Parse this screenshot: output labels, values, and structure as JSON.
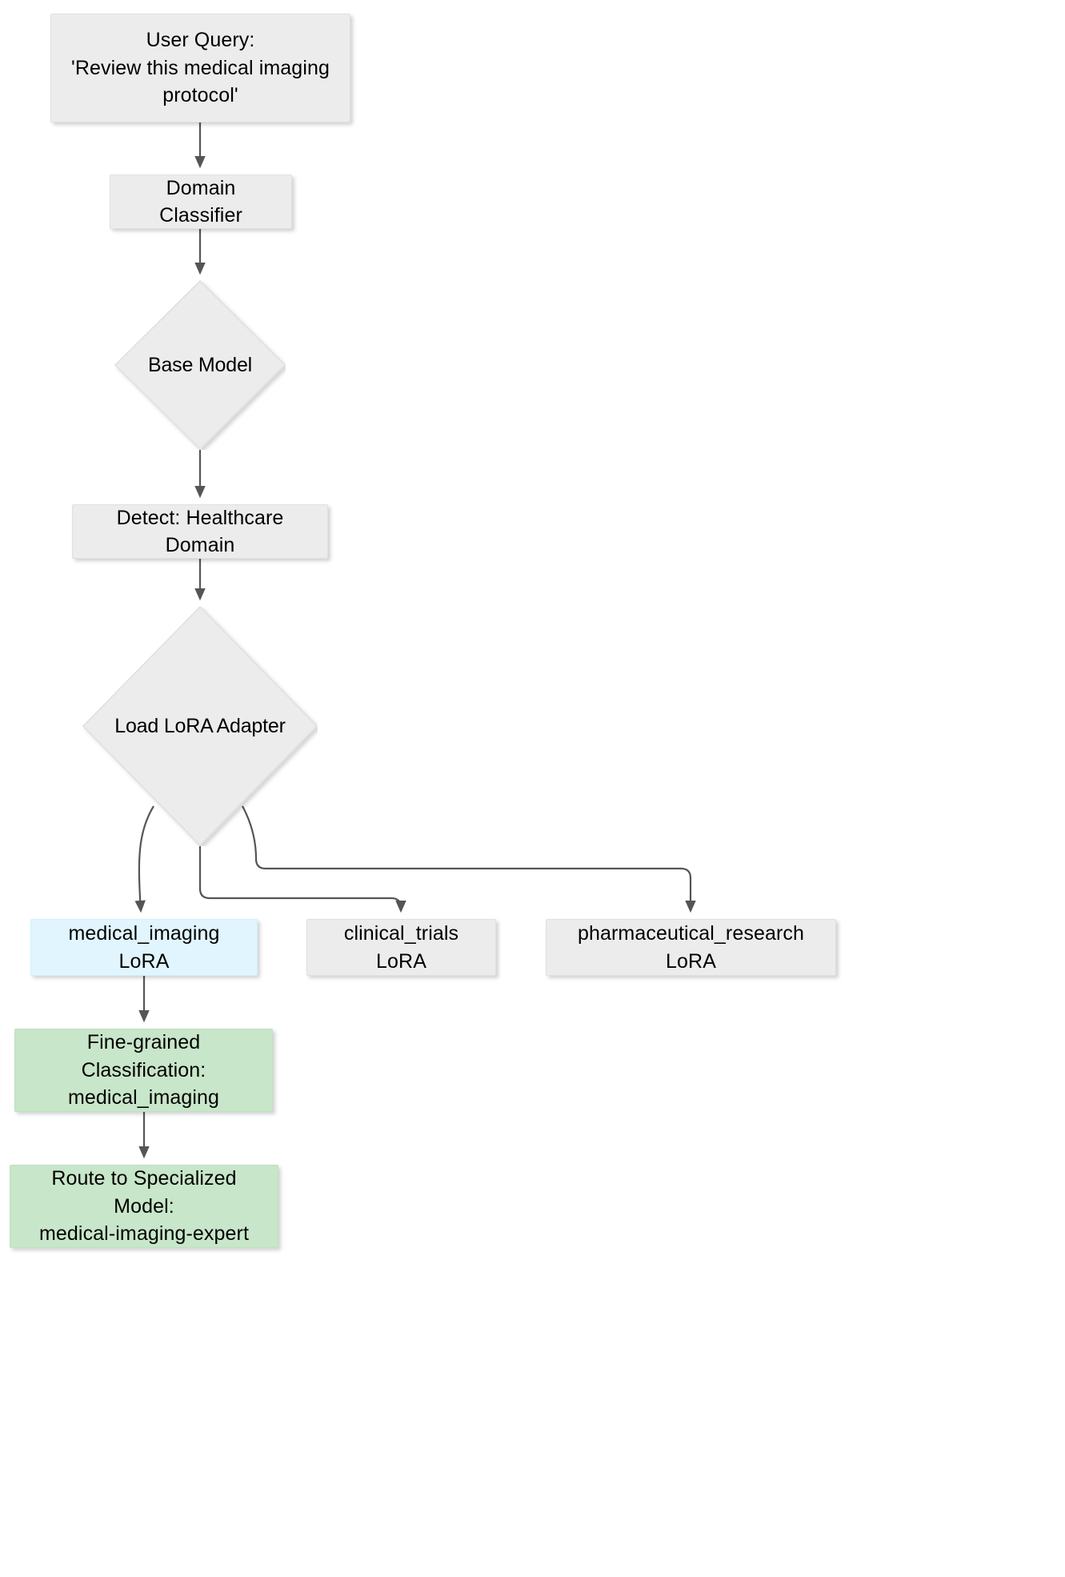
{
  "diagram": {
    "type": "flowchart",
    "title": "LoRA Adapter Domain Routing Flowchart",
    "direction": "top-down",
    "colors": {
      "default_fill": "#ececec",
      "default_stroke": "#e0e0e0",
      "highlight_fill": "#e1f5fe",
      "result_fill": "#c8e6c9",
      "edge_stroke": "#555555",
      "text": "#000000",
      "background": "#ffffff"
    },
    "nodes": [
      {
        "id": "user_query",
        "shape": "rect",
        "fill": "default",
        "lines": [
          "User Query:",
          "'Review this medical imaging",
          "protocol'"
        ]
      },
      {
        "id": "domain_classifier",
        "shape": "rect",
        "fill": "default",
        "lines": [
          "Domain Classifier"
        ]
      },
      {
        "id": "base_model",
        "shape": "diamond",
        "fill": "default",
        "lines": [
          "Base Model"
        ]
      },
      {
        "id": "detect_healthcare",
        "shape": "rect",
        "fill": "default",
        "lines": [
          "Detect: Healthcare Domain"
        ]
      },
      {
        "id": "load_lora_adapter",
        "shape": "diamond",
        "fill": "default",
        "lines": [
          "Load LoRA Adapter"
        ]
      },
      {
        "id": "medical_imaging_lora",
        "shape": "rect",
        "fill": "highlight",
        "lines": [
          "medical_imaging LoRA"
        ]
      },
      {
        "id": "clinical_trials_lora",
        "shape": "rect",
        "fill": "default",
        "lines": [
          "clinical_trials LoRA"
        ]
      },
      {
        "id": "pharmaceutical_research_lora",
        "shape": "rect",
        "fill": "default",
        "lines": [
          "pharmaceutical_research LoRA"
        ]
      },
      {
        "id": "fine_grained_classification",
        "shape": "rect",
        "fill": "result",
        "lines": [
          "Fine-grained Classification:",
          "medical_imaging"
        ]
      },
      {
        "id": "route_specialized_model",
        "shape": "rect",
        "fill": "result",
        "lines": [
          "Route to Specialized Model:",
          "medical-imaging-expert"
        ]
      }
    ],
    "edges": [
      {
        "from": "user_query",
        "to": "domain_classifier",
        "label": ""
      },
      {
        "from": "domain_classifier",
        "to": "base_model",
        "label": ""
      },
      {
        "from": "base_model",
        "to": "detect_healthcare",
        "label": ""
      },
      {
        "from": "detect_healthcare",
        "to": "load_lora_adapter",
        "label": ""
      },
      {
        "from": "load_lora_adapter",
        "to": "medical_imaging_lora",
        "label": ""
      },
      {
        "from": "load_lora_adapter",
        "to": "clinical_trials_lora",
        "label": ""
      },
      {
        "from": "load_lora_adapter",
        "to": "pharmaceutical_research_lora",
        "label": ""
      },
      {
        "from": "medical_imaging_lora",
        "to": "fine_grained_classification",
        "label": ""
      },
      {
        "from": "fine_grained_classification",
        "to": "route_specialized_model",
        "label": ""
      }
    ]
  },
  "labels": {
    "user_query_l1": "User Query:",
    "user_query_l2": "'Review this medical imaging",
    "user_query_l3": "protocol'",
    "domain_classifier": "Domain Classifier",
    "base_model": "Base Model",
    "detect_healthcare": "Detect: Healthcare Domain",
    "load_lora_adapter": "Load LoRA Adapter",
    "medical_imaging_lora": "medical_imaging LoRA",
    "clinical_trials_lora": "clinical_trials LoRA",
    "pharmaceutical_research_lora": "pharmaceutical_research LoRA",
    "fine_grained_l1": "Fine-grained Classification:",
    "fine_grained_l2": "medical_imaging",
    "route_model_l1": "Route to Specialized Model:",
    "route_model_l2": "medical-imaging-expert"
  }
}
